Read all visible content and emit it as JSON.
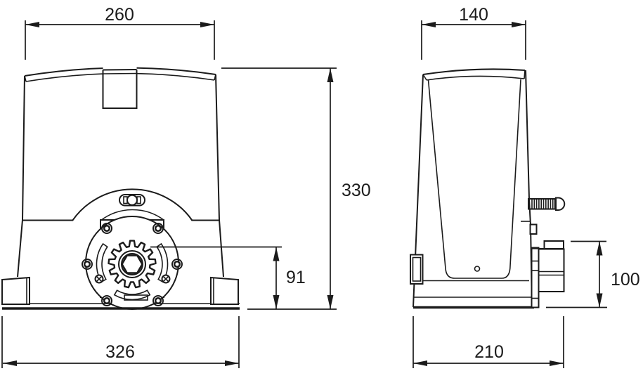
{
  "drawing": {
    "ink_color": "#1b1b1b",
    "background": "#ffffff"
  },
  "dimensions": {
    "front_top_width": "260",
    "front_total_height": "330",
    "front_pinion_height": "91",
    "front_base_width": "326",
    "side_top_width": "140",
    "side_unit_height": "100",
    "side_base_depth": "210"
  }
}
